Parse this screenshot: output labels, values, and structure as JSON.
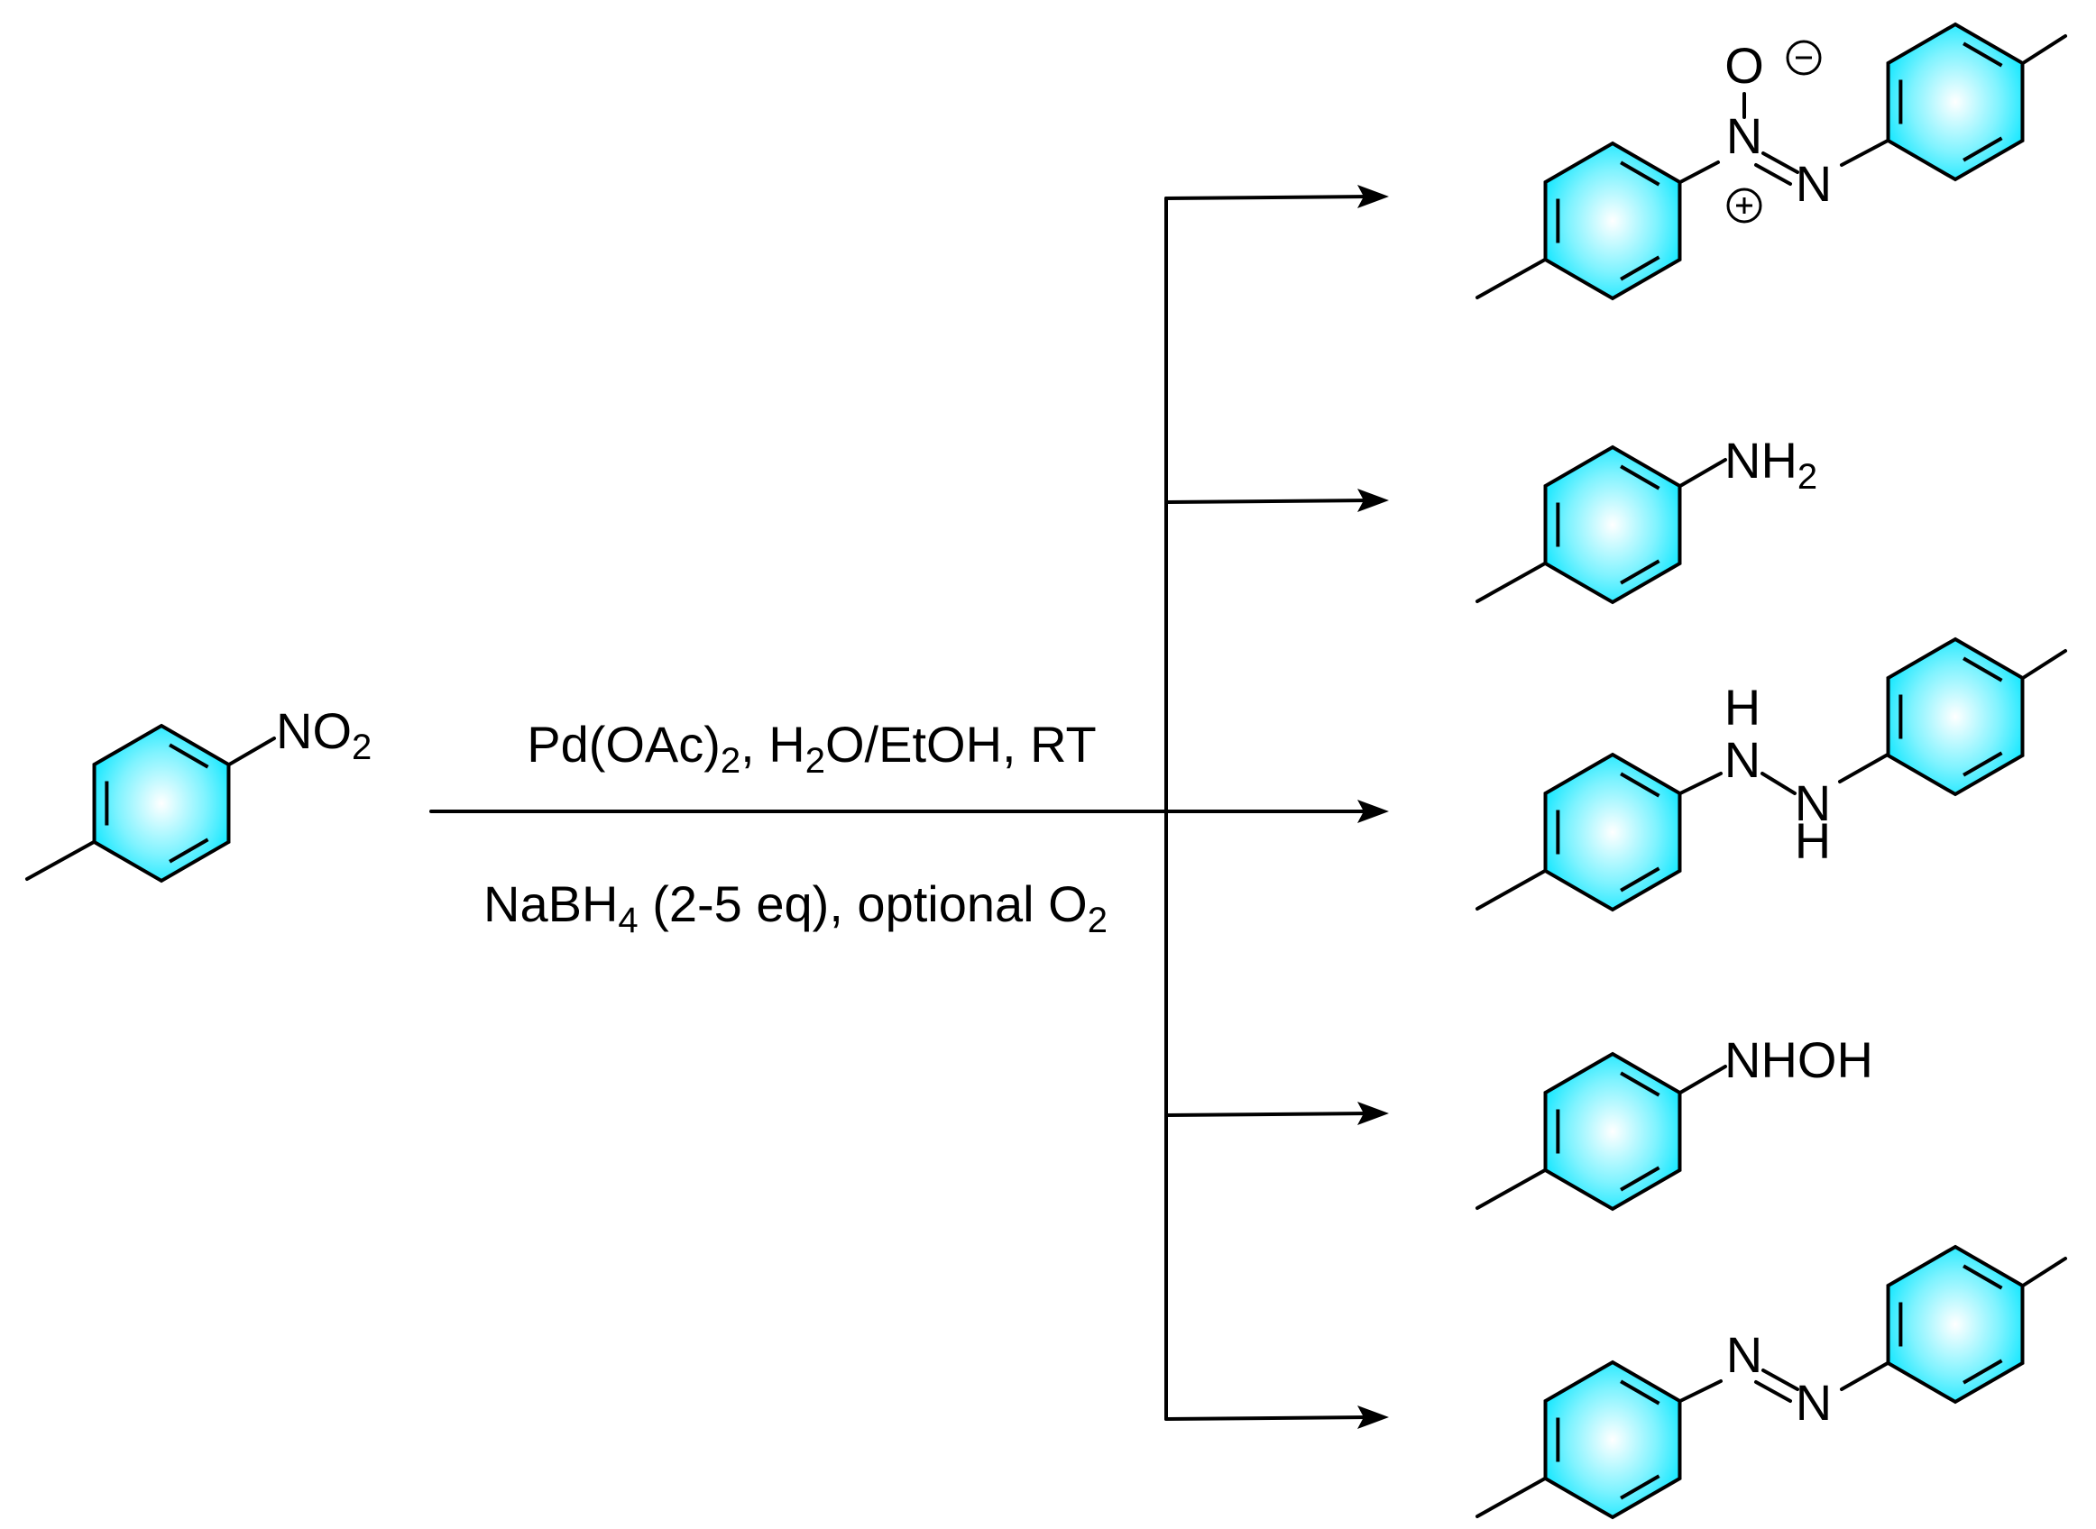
{
  "colors": {
    "ring_fill": "#00e5ff",
    "ink": "#000000",
    "background": "#ffffff"
  },
  "reactant": {
    "group_main": "NO",
    "group_sub": "2"
  },
  "conditions": {
    "line1": {
      "a": "Pd(OAc)",
      "a_sub": "2",
      "b": ", H",
      "b_sub": "2",
      "c": "O/EtOH, RT"
    },
    "line2": {
      "a": "NaBH",
      "a_sub": "4",
      "b": " (2-5 eq), optional O",
      "b_sub": "2"
    }
  },
  "products": {
    "azoxy": {
      "o_label": "O",
      "n1_label": "N",
      "n2_label": "N",
      "minus": "−",
      "plus": "+"
    },
    "aniline": {
      "group_main": "NH",
      "group_sub": "2"
    },
    "hydrazo": {
      "n1_label": "N",
      "n2_label": "N",
      "h1_label": "H",
      "h2_label": "H"
    },
    "hydroxylamine": {
      "group_main": "NHOH"
    },
    "azo": {
      "n1_label": "N",
      "n2_label": "N"
    }
  }
}
